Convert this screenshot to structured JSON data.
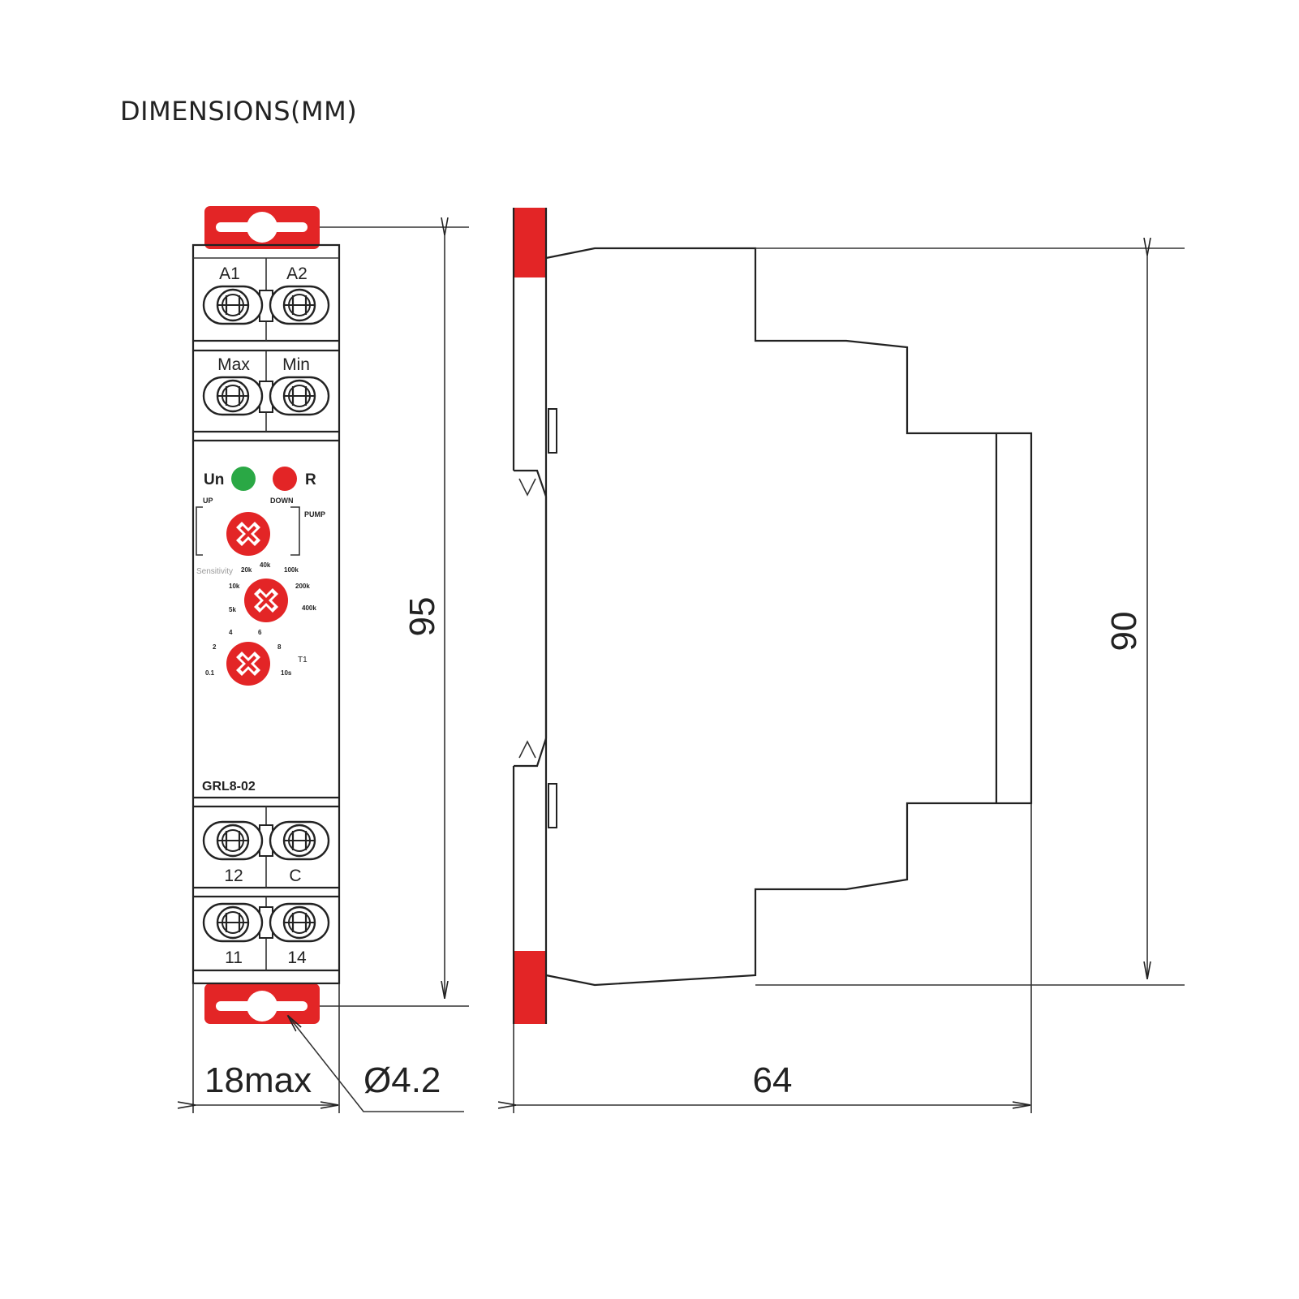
{
  "title": "DIMENSIONS(MM)",
  "front_view": {
    "terminal_labels_top": [
      "A1",
      "A2"
    ],
    "terminal_labels_mid": [
      "Max",
      "Min"
    ],
    "led_labels": [
      "Un",
      "R"
    ],
    "led_colors": {
      "Un": "#2aa845",
      "R": "#e32526"
    },
    "knob1_labels": {
      "left": "UP",
      "right": "DOWN",
      "far_right": "PUMP"
    },
    "knob2_label": "Sensitivity",
    "knob2_scale": [
      "5k",
      "10k",
      "20k",
      "40k",
      "100k",
      "200k",
      "400k"
    ],
    "knob3_label": "T1",
    "knob3_scale": [
      "0.1",
      "2",
      "4",
      "6",
      "8",
      "10s"
    ],
    "model": "GRL8-02",
    "terminal_labels_lower1": [
      "12",
      "C"
    ],
    "terminal_labels_lower2": [
      "11",
      "14"
    ],
    "accent_color": "#e32526"
  },
  "dimensions": {
    "height_front": "95",
    "height_side": "90",
    "width_front": "18max",
    "hole_diameter": "Ø4.2",
    "depth_side": "64"
  }
}
